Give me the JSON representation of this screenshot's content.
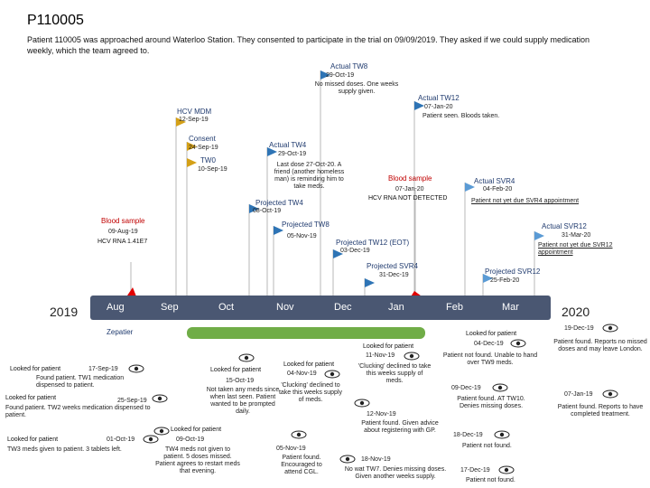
{
  "title": "P110005",
  "intro": "Patient 110005 was approached around Waterloo Station. They consented to participate in the trial on 09/09/2019. They asked if we could supply medication weekly, which the team agreed to.",
  "timeline": {
    "months": [
      "Aug",
      "Sep",
      "Oct",
      "Nov",
      "Dec",
      "Jan",
      "Feb",
      "Mar"
    ],
    "year_start": "2019",
    "year_end": "2020",
    "band_label": "Zepatier"
  },
  "events": {
    "actual_tw8": {
      "label": "Actual TW8",
      "date": "29-Oct-19",
      "note": "No missed doses. One weeks supply given."
    },
    "actual_tw12": {
      "label": "Actual TW12",
      "date": "07-Jan-20",
      "note": "Patient seen. Bloods taken."
    },
    "hcv_mdm": {
      "label": "HCV MDM",
      "date": "12-Sep-19"
    },
    "consent": {
      "label": "Consent",
      "date": "24-Sep-19"
    },
    "actual_tw4": {
      "label": "Actual TW4",
      "date": "29-Oct-19",
      "note": "Last dose 27-Oct-20. A friend (another homeless man) is reminding him to take meds."
    },
    "tw0": {
      "label": "TW0",
      "date": "10-Sep-19"
    },
    "blood_sample_2": {
      "label": "Blood sample",
      "date": "07-Jan-20",
      "result": "HCV RNA NOT DETECTED"
    },
    "actual_svr4": {
      "label": "Actual SVR4",
      "date": "04-Feb-20",
      "note": "Patient not yet due SVR4 appointment"
    },
    "projected_tw4": {
      "label": "Projected TW4",
      "date": "08-Oct-19"
    },
    "blood_sample_1": {
      "label": "Blood sample",
      "date": "09-Aug-19",
      "result": "HCV RNA 1.41E7"
    },
    "projected_tw8": {
      "label": "Projected TW8",
      "date": "05-Nov-19"
    },
    "actual_svr12": {
      "label": "Actual SVR12",
      "date": "31-Mar-20",
      "note": "Patient not yet due SVR12 appointment"
    },
    "projected_tw12": {
      "label": "Projected TW12 (EOT)",
      "date": "03-Dec-19"
    },
    "projected_svr4": {
      "label": "Projected SVR4",
      "date": "31-Dec-19"
    },
    "projected_svr12": {
      "label": "Projected SVR12",
      "date": "25-Feb-20"
    }
  },
  "looked": {
    "heading": "Looked for patient",
    "l1": {
      "date": "17-Sep-19",
      "note": "Found patient. TW1 medication dispensed to patient."
    },
    "l2": {
      "date": "25-Sep-19",
      "note": "Found patient. TW2 weeks medication dispensed to patient."
    },
    "l3": {
      "date": "01-Oct-19",
      "note": "TW3 meds given to patient. 3 tablets left."
    },
    "l4": {
      "date": "15-Oct-19",
      "note": "Not taken any meds since when last seen. Patient wanted to be prompted daily."
    },
    "l5": {
      "date": "09-Oct-19",
      "note": "TW4 meds not given to patient. 5 doses missed. Patient agrees to restart meds that evening."
    },
    "l6": {
      "date": "04-Nov-19",
      "note": "'Clucking' declined to take this weeks supply of meds."
    },
    "l7": {
      "date": "05-Nov-19",
      "note": "Patient found. Encouraged to attend CGL."
    },
    "l8": {
      "date": "11-Nov-19",
      "note": "'Clucking' declined to take this weeks supply of meds."
    },
    "l9": {
      "date": "12-Nov-19",
      "note": "Patient found. Given advice about registering with GP."
    },
    "l10": {
      "date": "18-Nov-19",
      "note": "No wat TW7. Denies missing doses. Given another weeks supply."
    },
    "l11": {
      "date": "04-Dec-19",
      "note": "Patient not found. Unable to hand over TW9 meds."
    },
    "l12": {
      "date": "09-Dec-19",
      "note": "Patient found. AT TW10. Denies missing doses."
    },
    "l13": {
      "date": "18-Dec-19",
      "note": "Patient not found."
    },
    "l14": {
      "date": "17-Dec-19",
      "note": "Patient not found."
    },
    "l15": {
      "date": "19-Dec-19",
      "note": "Patient found. Reports no missed doses and may leave London."
    },
    "l16": {
      "date": "07-Jan-19",
      "note": "Patient found. Reports to have completed treatment."
    }
  },
  "colors": {
    "bar": "#4a5772",
    "flag": "#2e74b5",
    "flag_yellow": "#d4a017",
    "flag_blue_light": "#5b9bd5",
    "red": "#e00000",
    "green": "#70ad47",
    "event_text": "#1f3a6e"
  }
}
